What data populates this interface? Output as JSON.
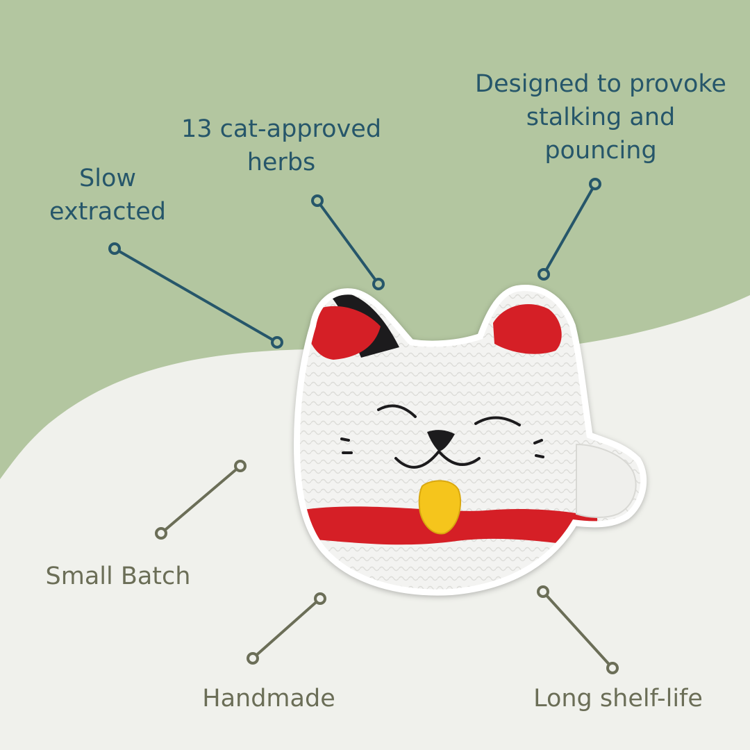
{
  "colors": {
    "background_top": "#b3c6a0",
    "background_bottom": "#f0f1ec",
    "top_callout": "#26566a",
    "bottom_callout": "#6b6e57",
    "yarn_red": "#d51f26",
    "yarn_white": "#f5f5f3",
    "bell_yellow": "#f5c51c"
  },
  "callouts": {
    "slow_extracted": [
      "Slow",
      "extracted"
    ],
    "herbs": [
      "13 cat-approved",
      "herbs"
    ],
    "designed": [
      "Designed to provoke",
      "stalking and",
      "pouncing"
    ],
    "small_batch": "Small Batch",
    "handmade": "Handmade",
    "long_shelf_life": "Long shelf-life"
  },
  "image": {
    "subject": "crochet-lucky-cat-toy"
  }
}
